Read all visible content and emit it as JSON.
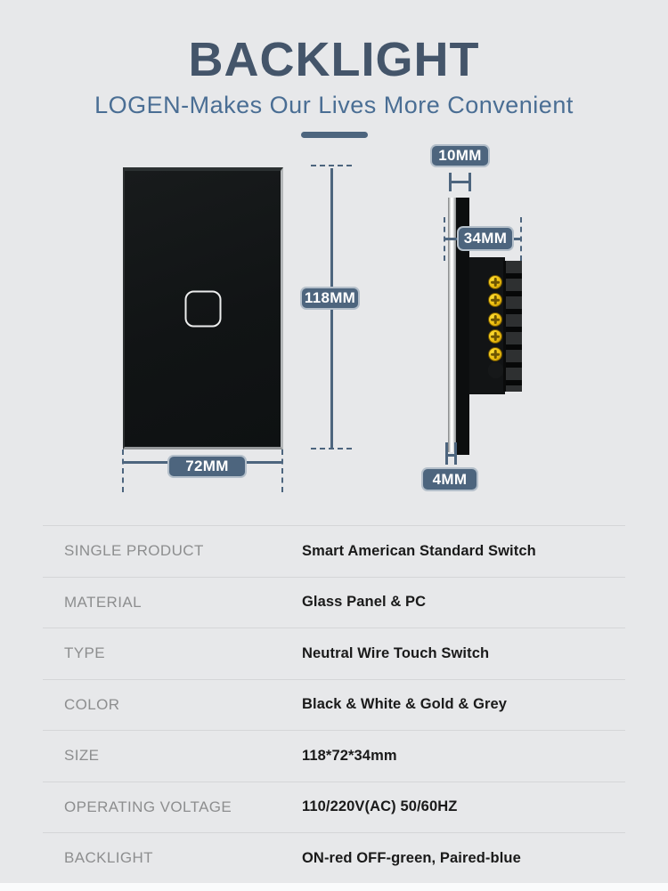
{
  "page": {
    "title": "BACKLIGHT",
    "subtitle": "LOGEN-Makes Our Lives More Convenient"
  },
  "diagram": {
    "front_view": {
      "height_label": "118MM",
      "width_label": "72MM"
    },
    "side_view": {
      "panel_thickness_label": "10MM",
      "total_depth_label": "34MM",
      "glass_thickness_label": "4MM",
      "screw_count": 5
    }
  },
  "specs": {
    "rows": [
      {
        "label": "SINGLE PRODUCT",
        "value": "Smart American Standard Switch"
      },
      {
        "label": "MATERIAL",
        "value": "Glass Panel & PC"
      },
      {
        "label": "TYPE",
        "value": "Neutral Wire Touch Switch"
      },
      {
        "label": "COLOR",
        "value": "Black & White & Gold & Grey"
      },
      {
        "label": "SIZE",
        "value": "118*72*34mm"
      },
      {
        "label": "OPERATING VOLTAGE",
        "value": "110/220V(AC) 50/60HZ"
      },
      {
        "label": "BACKLIGHT",
        "value": "ON-red OFF-green, Paired-blue"
      }
    ]
  },
  "colors": {
    "background": "#e7e8ea",
    "accent_slate": "#4d657e",
    "title_text": "#44556a",
    "subtitle_text": "#4a6e94",
    "panel_black": "#111415",
    "screw_gold": "#edbd0e",
    "spec_label_gray": "#8d8e8f",
    "spec_value_dark": "#1a1a1a"
  }
}
